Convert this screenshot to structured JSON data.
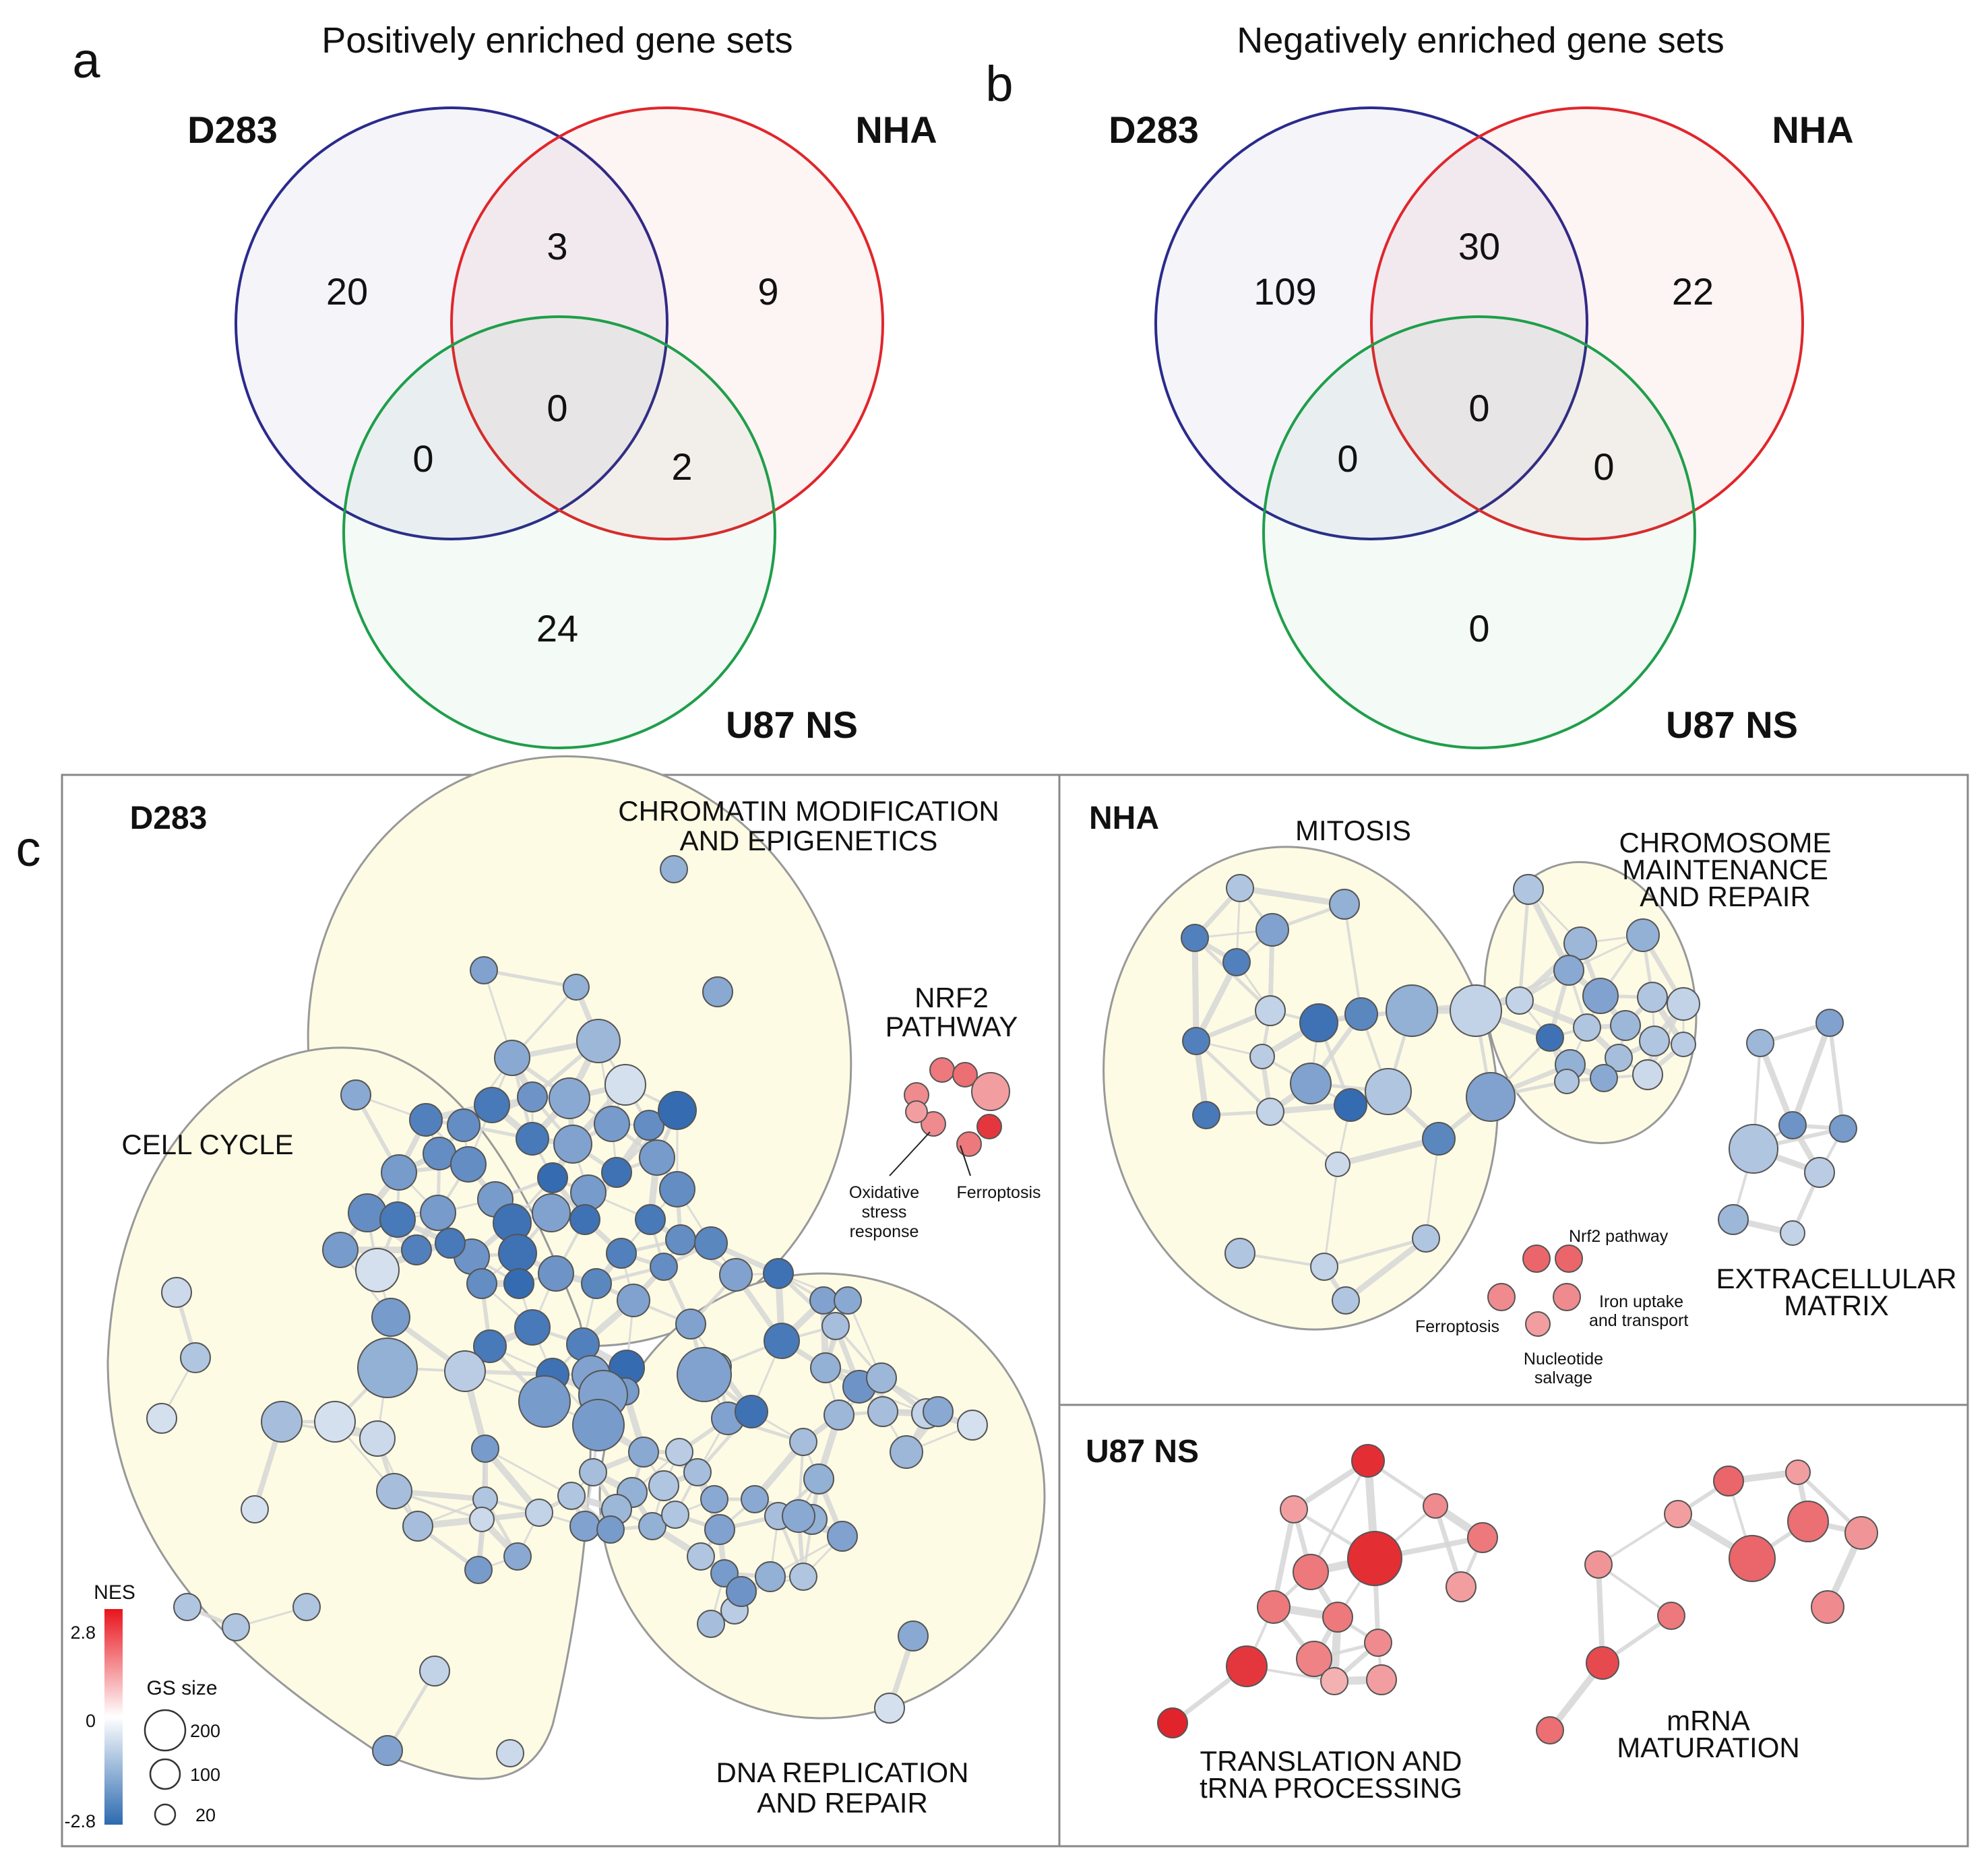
{
  "panel_a": {
    "letter": "a",
    "title": "Positively enriched gene sets",
    "labels": {
      "d283": "D283",
      "nha": "NHA",
      "u87": "U87 NS"
    },
    "counts": {
      "d283_only": "20",
      "d283_nha": "3",
      "nha_only": "9",
      "all_three": "0",
      "d283_u87": "0",
      "nha_u87": "2",
      "u87_only": "24"
    }
  },
  "panel_b": {
    "letter": "b",
    "title": "Negatively enriched gene sets",
    "labels": {
      "d283": "D283",
      "nha": "NHA",
      "u87": "U87 NS"
    },
    "counts": {
      "d283_only": "109",
      "d283_nha": "30",
      "nha_only": "22",
      "all_three": "0",
      "d283_u87": "0",
      "nha_u87": "0",
      "u87_only": "0"
    }
  },
  "panel_c": {
    "letter": "c",
    "d283": {
      "title": "D283",
      "cluster_chromatin": [
        "CHROMATIN MODIFICATION",
        "AND EPIGENETICS"
      ],
      "cluster_nrf2": [
        "NRF2",
        "PATHWAY"
      ],
      "cluster_cellcycle": "CELL CYCLE",
      "cluster_dna": [
        "DNA REPLICATION",
        "AND REPAIR"
      ],
      "annot_oxidative": [
        "Oxidative",
        "stress",
        "response"
      ],
      "annot_ferroptosis": "Ferroptosis"
    },
    "nha": {
      "title": "NHA",
      "cluster_mitosis": "MITOSIS",
      "cluster_chromosome": [
        "CHROMOSOME",
        "MAINTENANCE",
        "AND REPAIR"
      ],
      "cluster_ecm": [
        "EXTRACELLULAR",
        "MATRIX"
      ],
      "annot_nrf2": "Nrf2 pathway",
      "annot_iron": [
        "Iron uptake",
        "and transport"
      ],
      "annot_ferroptosis": "Ferroptosis",
      "annot_nucleotide": [
        "Nucleotide",
        "salvage"
      ]
    },
    "u87": {
      "title": "U87 NS",
      "cluster_translation": [
        "TRANSLATION AND",
        "tRNA PROCESSING"
      ],
      "cluster_mrna": [
        "mRNA",
        "MATURATION"
      ]
    },
    "legend": {
      "nes_title": "NES",
      "nes_max": "2.8",
      "nes_mid": "0",
      "nes_min": "-2.8",
      "gs_title": "GS size",
      "gs_values": [
        "200",
        "100",
        "20"
      ],
      "colors": {
        "high": "#e8141c",
        "mid": "#ffffff",
        "low": "#2c6ab0"
      }
    }
  },
  "colors": {
    "d283_circle": "#2b2a8c",
    "nha_circle": "#e0262b",
    "u87_circle": "#1f9e4a",
    "cluster_fill": "#fdfbe4"
  }
}
